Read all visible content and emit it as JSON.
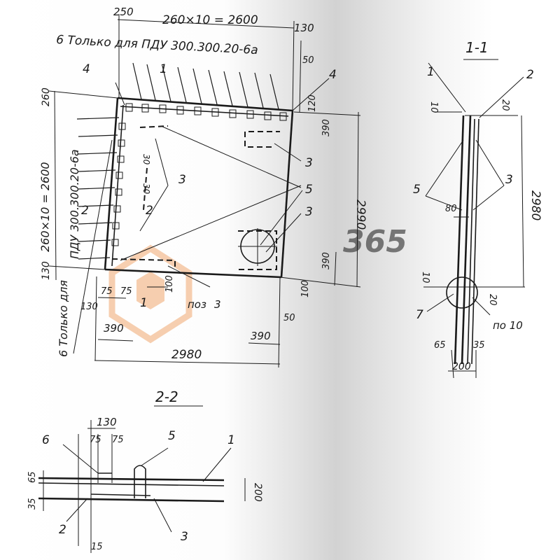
{
  "plan": {
    "dim_top_spacing": "260×10 = 2600",
    "dim_top_left": "250",
    "dim_top_right": "130",
    "dim_50_top": "50",
    "note_top": "6 Только для ПДУ 300.300.20-6а",
    "callout_4_left": "4",
    "callout_4_right": "4",
    "callout_1_top": "1",
    "dim_260_left": "260",
    "dim_left_spacing": "260×10 = 2600",
    "note_left_pdu": "ПДУ 300.300.20-6а",
    "dim_130_left": "130",
    "note_left_bottom": "6 Только для",
    "dim_120": "120",
    "dim_390_right_top": "390",
    "callout_3_a": "3",
    "callout_3_b": "3",
    "callout_3_c": "3",
    "callout_5": "5",
    "dim_30_a": "30",
    "dim_30_b": "30",
    "section_2_left": "2",
    "section_2_right": "2",
    "section_1_bottom": "1",
    "dim_2990": "2990",
    "dim_390_right": "390",
    "dim_100_right": "100",
    "dim_75_a": "75",
    "dim_75_b": "75",
    "dim_100_bottom": "100",
    "dim_130_bottom": "130",
    "dim_390_bottom_left": "390",
    "label_poz": "поз",
    "callout_3_poz": "3",
    "dim_50_bottom": "50",
    "dim_390_bottom_right": "390",
    "dim_2980": "2980"
  },
  "section_1": {
    "title": "1-1",
    "callout_1": "1",
    "callout_2": "2",
    "dim_10_top": "10",
    "dim_20_top": "20",
    "callout_5": "5",
    "callout_3": "3",
    "dim_80": "80",
    "dim_2980": "2980",
    "dim_10_mid": "10",
    "dim_20_right": "20",
    "callout_7": "7",
    "label_po10": "по 10",
    "dim_65": "65",
    "dim_35": "35",
    "dim_200": "200"
  },
  "section_2": {
    "title": "2-2",
    "dim_130": "130",
    "dim_75_a": "75",
    "dim_75_b": "75",
    "callout_6": "6",
    "callout_5": "5",
    "callout_1": "1",
    "dim_65": "65",
    "dim_35": "35",
    "dim_200": "200",
    "callout_2": "2",
    "dim_15": "15",
    "callout_3": "3"
  },
  "watermark": {
    "text": "365",
    "color": "#f0a870"
  }
}
